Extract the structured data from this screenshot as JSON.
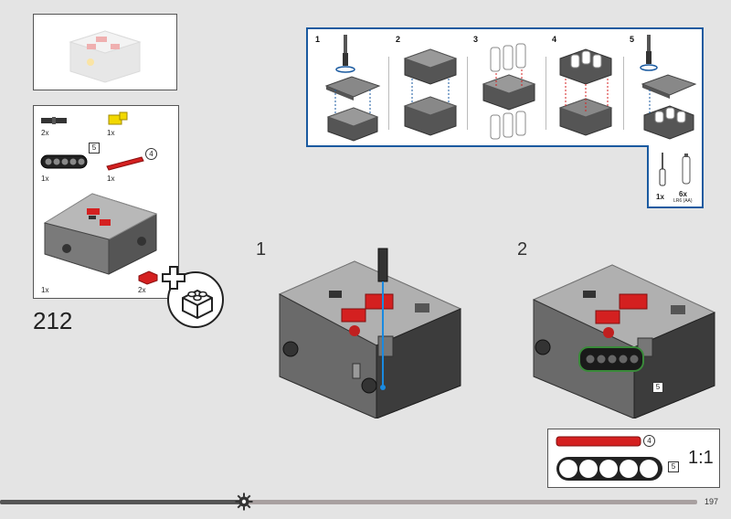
{
  "page": {
    "number": "197",
    "build_step": "212"
  },
  "parts_list": {
    "items": [
      {
        "qty": "2x",
        "name": "axle-pin-black"
      },
      {
        "qty": "1x",
        "name": "connector-yellow"
      },
      {
        "qty": "1x",
        "name": "beam-5-black",
        "length": "5"
      },
      {
        "qty": "1x",
        "name": "axle-4-red",
        "length": "4"
      },
      {
        "qty": "1x",
        "name": "hub-box"
      },
      {
        "qty": "2x",
        "name": "red-connector"
      }
    ]
  },
  "battery_instructions": {
    "steps": [
      "1",
      "2",
      "3",
      "4",
      "5"
    ],
    "tools": [
      {
        "qty": "1x",
        "name": "screwdriver",
        "caption": ""
      },
      {
        "qty": "6x",
        "name": "aa-battery",
        "caption": "LR6 (AA)"
      }
    ]
  },
  "substeps": [
    {
      "number": "1"
    },
    {
      "number": "2",
      "callout_length": "5"
    }
  ],
  "scale_check": {
    "ratio": "1:1",
    "axle_length": "4",
    "beam_length": "5"
  },
  "progress": {
    "fraction": 0.35
  },
  "colors": {
    "accent": "#1a5aa0",
    "red": "#d42020",
    "green": "#3a8a3a"
  }
}
